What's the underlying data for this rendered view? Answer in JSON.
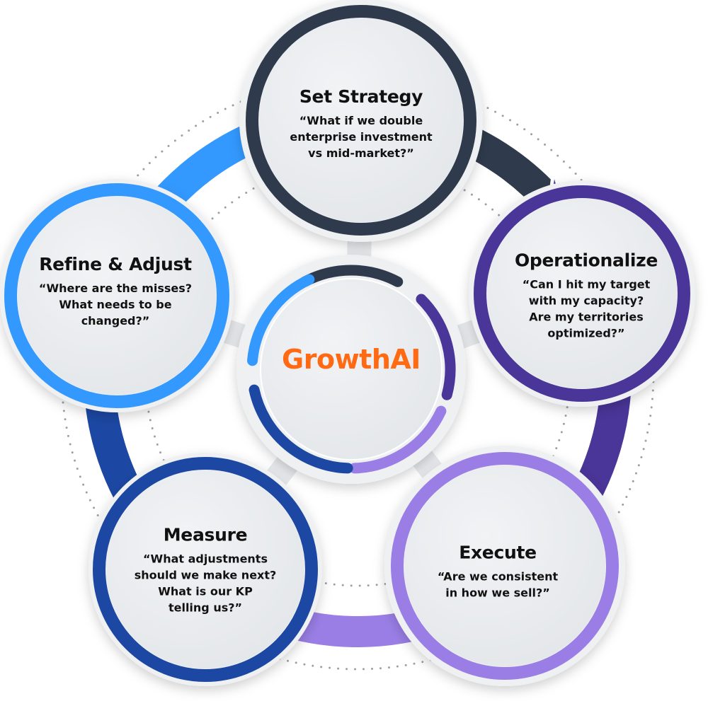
{
  "center": {
    "label": "GrowthAI",
    "color": "#ff6a13"
  },
  "stages": [
    {
      "title": "Set Strategy",
      "lines": [
        "“What if we double",
        "enterprise investment",
        "vs mid-market?”"
      ],
      "color": "#2f3b4c"
    },
    {
      "title": "Operationalize",
      "lines": [
        "“Can I hit my target",
        "with my capacity?",
        "Are my territories",
        "optimized?”"
      ],
      "color": "#4a3598"
    },
    {
      "title": "Execute",
      "lines": [
        "“Are we consistent",
        "in how we sell?”"
      ],
      "color": "#9a7ee6"
    },
    {
      "title": "Measure",
      "lines": [
        "“What adjustments",
        "should we make next?",
        "What is our KP",
        "telling us?”"
      ],
      "color": "#1c48a3"
    },
    {
      "title": "Refine & Adjust",
      "lines": [
        "“Where are the misses?",
        "What needs to be",
        "changed?”"
      ],
      "color": "#3399ff"
    }
  ]
}
